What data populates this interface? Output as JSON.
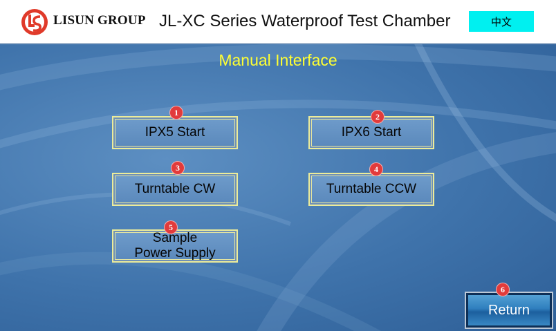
{
  "header": {
    "brand": "LISUN GROUP",
    "title": "JL-XC Series Waterproof Test Chamber",
    "lang_button": "中文"
  },
  "main": {
    "page_title": "Manual Interface",
    "buttons": [
      {
        "badge": "1",
        "line1": "IPX5 Start",
        "line2": ""
      },
      {
        "badge": "2",
        "line1": "IPX6 Start",
        "line2": ""
      },
      {
        "badge": "3",
        "line1": "Turntable CW",
        "line2": ""
      },
      {
        "badge": "4",
        "line1": "Turntable CCW",
        "line2": ""
      },
      {
        "badge": "5",
        "line1": "Sample",
        "line2": "Power Supply"
      }
    ],
    "return_button": {
      "badge": "6",
      "label": "Return"
    }
  },
  "colors": {
    "title_yellow": "#ffff33",
    "lang_button_bg": "#00f0f0",
    "badge_red": "#e23b3b",
    "background_blue": "#3f73ab"
  },
  "icons": {
    "logo": "lisun-logo-icon"
  }
}
